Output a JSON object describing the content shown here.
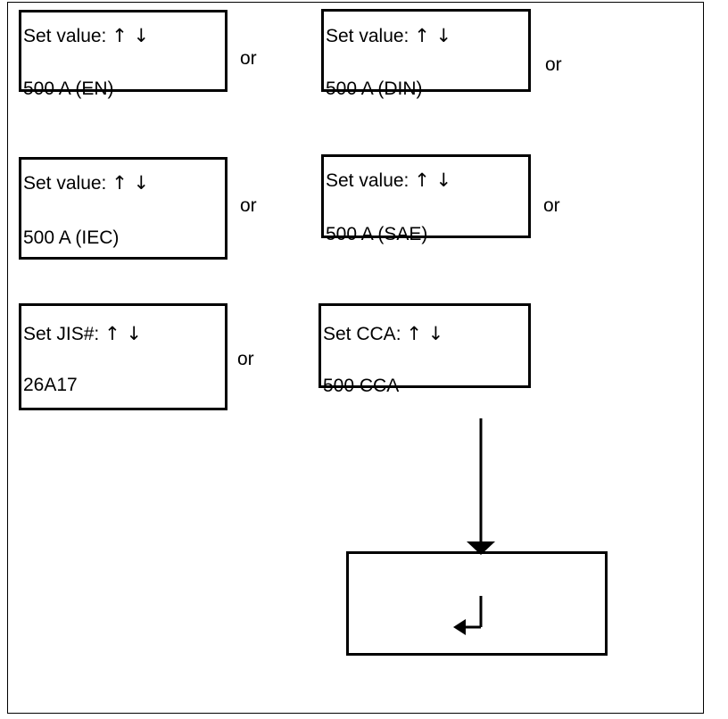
{
  "boxes": [
    {
      "label": "Set value:",
      "arrows": "↑ ↓",
      "value": "500 A (EN)"
    },
    {
      "label": "Set value:",
      "arrows": "↑ ↓",
      "value": "500 A (DIN)"
    },
    {
      "label": "Set value:",
      "arrows": "↑ ↓",
      "value": "500 A (IEC)"
    },
    {
      "label": "Set value:",
      "arrows": "↑ ↓",
      "value": "500 A (SAE)"
    },
    {
      "label": "Set JIS#:",
      "arrows": "↑ ↓",
      "value": "26A17"
    },
    {
      "label": "Set CCA:",
      "arrows": "↑ ↓",
      "value": "500 CCA"
    }
  ],
  "connectors": [
    "or",
    "or",
    "or",
    "or",
    "or"
  ],
  "enter_icon": "enter-return-icon"
}
